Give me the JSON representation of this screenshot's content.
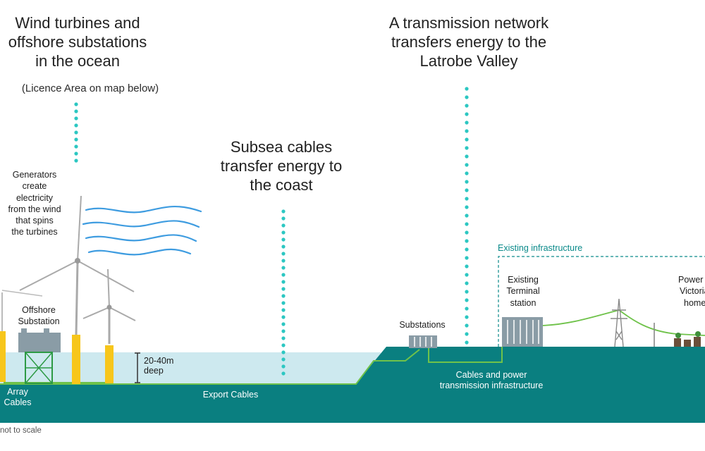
{
  "headings": {
    "wind": [
      "Wind turbines and",
      "offshore substations",
      "in the ocean"
    ],
    "wind_note": "(Licence Area on map below)",
    "transmission": [
      "A transmission network",
      "transfers energy to the",
      "Latrobe Valley"
    ],
    "subsea": [
      "Subsea cables",
      "transfer energy to",
      "the coast"
    ]
  },
  "labels": {
    "generators": [
      "Generators",
      "create",
      "electricity",
      "from the wind",
      "that spins",
      "the turbines"
    ],
    "offshore_substation": [
      "Offshore",
      "Substation"
    ],
    "depth": [
      "20-40m",
      "deep"
    ],
    "array_cables": [
      "Array",
      "Cables"
    ],
    "export_cables": "Export Cables",
    "substations": "Substations",
    "cables_power": [
      "Cables and power",
      "transmission infrastructure"
    ],
    "existing_infrastructure": "Existing infrastructure",
    "terminal_station": [
      "Existing",
      "Terminal",
      "station"
    ],
    "power_homes": [
      "Power",
      "Victorian",
      "homes"
    ],
    "scale_note": "not to scale"
  },
  "colors": {
    "dot_accent": "#2cc7c2",
    "water": "#cde9ef",
    "seabed": "#0a7f80",
    "cable": "#6fc24a",
    "turbine_yellow": "#f7c61b",
    "wind_lines": "#3e9ce0",
    "dashed_box": "#0a8a8a"
  }
}
